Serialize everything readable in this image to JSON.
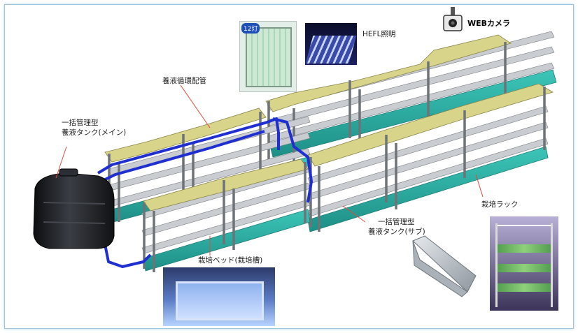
{
  "labels": {
    "web_camera": "WEBカメラ",
    "hefl_lighting": "HEFL照明",
    "circulation_piping": "養液循環配管",
    "main_tank_line1": "一括管理型",
    "main_tank_line2": "養液タンク(メイン)",
    "sub_tank_line1": "一括管理型",
    "sub_tank_line2": "養液タンク(サブ)",
    "cultivation_rack": "栽培ラック",
    "cultivation_bed": "栽培ベッド(栽培槽)",
    "panel_badge": "12灯"
  },
  "colors": {
    "rack_frame": "#6e7378",
    "tray_top": "#d8d48a",
    "shelf": "#c9cdd1",
    "base_teal": "#2fb3a7",
    "pipe_blue": "#1f2fd0",
    "tank_black": "#1c1e22"
  },
  "icons": [
    "webcam-icon"
  ]
}
